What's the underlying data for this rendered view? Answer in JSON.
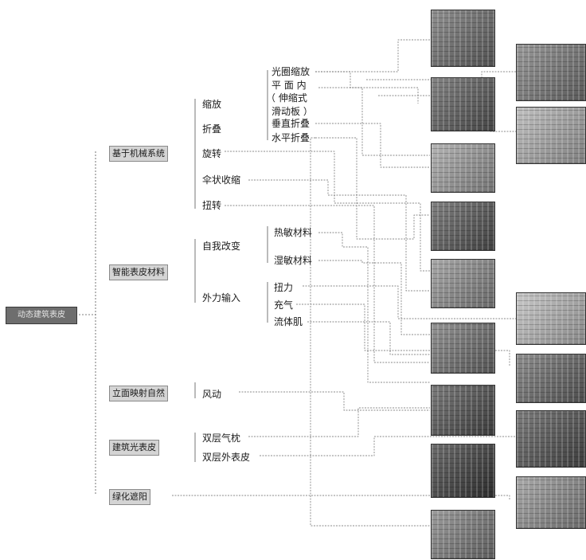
{
  "root": {
    "label": "动态建筑表皮"
  },
  "categories": [
    {
      "id": "mech",
      "label": "基于机械系统"
    },
    {
      "id": "smart",
      "label": "智能表皮材料"
    },
    {
      "id": "nat",
      "label": "立面映射自然"
    },
    {
      "id": "light",
      "label": "建筑光表皮"
    },
    {
      "id": "green",
      "label": "绿化遮阳"
    }
  ],
  "subcategories": [
    {
      "id": "scale",
      "label": "缩放"
    },
    {
      "id": "fold",
      "label": "折叠"
    },
    {
      "id": "rotate",
      "label": "旋转"
    },
    {
      "id": "umb",
      "label": "伞状收缩"
    },
    {
      "id": "twist",
      "label": "扭转"
    },
    {
      "id": "self",
      "label": "自我改变"
    },
    {
      "id": "ext",
      "label": "外力输入"
    },
    {
      "id": "wind",
      "label": "风动"
    },
    {
      "id": "dcush",
      "label": "双层气枕"
    },
    {
      "id": "dskin",
      "label": "双层外表皮"
    }
  ],
  "leaves": [
    {
      "id": "aperture",
      "label": "光圈缩放"
    },
    {
      "id": "inplane",
      "lines": [
        "平 面 内",
        "（ 伸缩式",
        "滑动板 ）"
      ]
    },
    {
      "id": "vfold",
      "label": "垂直折叠"
    },
    {
      "id": "hfold",
      "label": "水平折叠"
    },
    {
      "id": "thermo",
      "label": "热敏材料"
    },
    {
      "id": "hygro",
      "label": "湿敏材料"
    },
    {
      "id": "torsion",
      "label": "扭力"
    },
    {
      "id": "inflate",
      "label": "充气"
    },
    {
      "id": "fluid",
      "label": "流体肌"
    }
  ],
  "photos": [
    {
      "name": "photo-aperture-facade",
      "tone": "#6a6a6a"
    },
    {
      "name": "photo-panel-grid",
      "tone": "#5a5a5a"
    },
    {
      "name": "photo-folding-canopy",
      "tone": "#9a9a9a"
    },
    {
      "name": "photo-louver-facade",
      "tone": "#555555"
    },
    {
      "name": "photo-triangular-panels",
      "tone": "#8a8a8a"
    },
    {
      "name": "photo-stadium-roof",
      "tone": "#6e6e6e"
    },
    {
      "name": "photo-arched-building",
      "tone": "#4e4e4e"
    },
    {
      "name": "photo-grid-windows",
      "tone": "#3a3a3a"
    },
    {
      "name": "photo-mesh-surface",
      "tone": "#7a7a7a"
    },
    {
      "name": "photo-interior-hall",
      "tone": "#777777"
    },
    {
      "name": "photo-umbrella-structure",
      "tone": "#aaaaaa"
    },
    {
      "name": "photo-circular-openings",
      "tone": "#b5b5b5"
    },
    {
      "name": "photo-mall-atrium",
      "tone": "#666666"
    },
    {
      "name": "photo-bookshelf-wall",
      "tone": "#505050"
    },
    {
      "name": "photo-vertical-forest",
      "tone": "#8c8c8c"
    }
  ]
}
